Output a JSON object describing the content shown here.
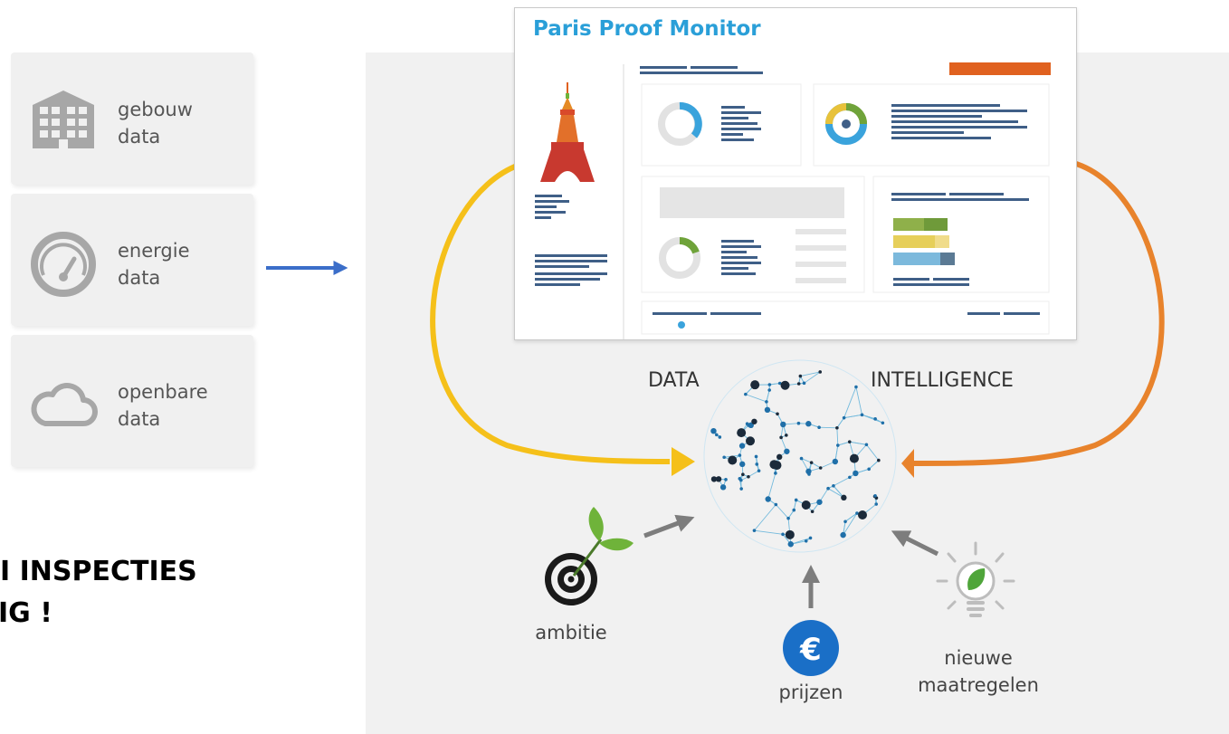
{
  "cards": [
    {
      "label": "gebouw\ndata",
      "icon": "building-icon"
    },
    {
      "label": "energie\ndata",
      "icon": "gauge-icon"
    },
    {
      "label": "openbare\ndata",
      "icon": "cloud-icon"
    }
  ],
  "headline": {
    "line1": "I INSPECTIES",
    "line2": "IG !"
  },
  "monitor": {
    "title": "Paris Proof Monitor",
    "icon": "eiffel-tower-icon"
  },
  "hub": {
    "left_label": "DATA",
    "right_label": "INTELLIGENCE",
    "icon": "network-sphere-icon"
  },
  "inputs": {
    "ambitie": {
      "label": "ambitie",
      "icon": "target-sprout-icon"
    },
    "prijzen": {
      "label": "prijzen",
      "icon": "euro-icon"
    },
    "maatregelen": {
      "label": "nieuwe\nmaatregelen",
      "icon": "lightbulb-leaf-icon"
    }
  },
  "colors": {
    "title_blue": "#2a9fd8",
    "arrow_blue": "#3b6ec9",
    "loop_yellow": "#f5c01a",
    "loop_orange": "#e8832c",
    "accent_orange": "#e0611f",
    "euro_blue": "#1a6fc7"
  }
}
